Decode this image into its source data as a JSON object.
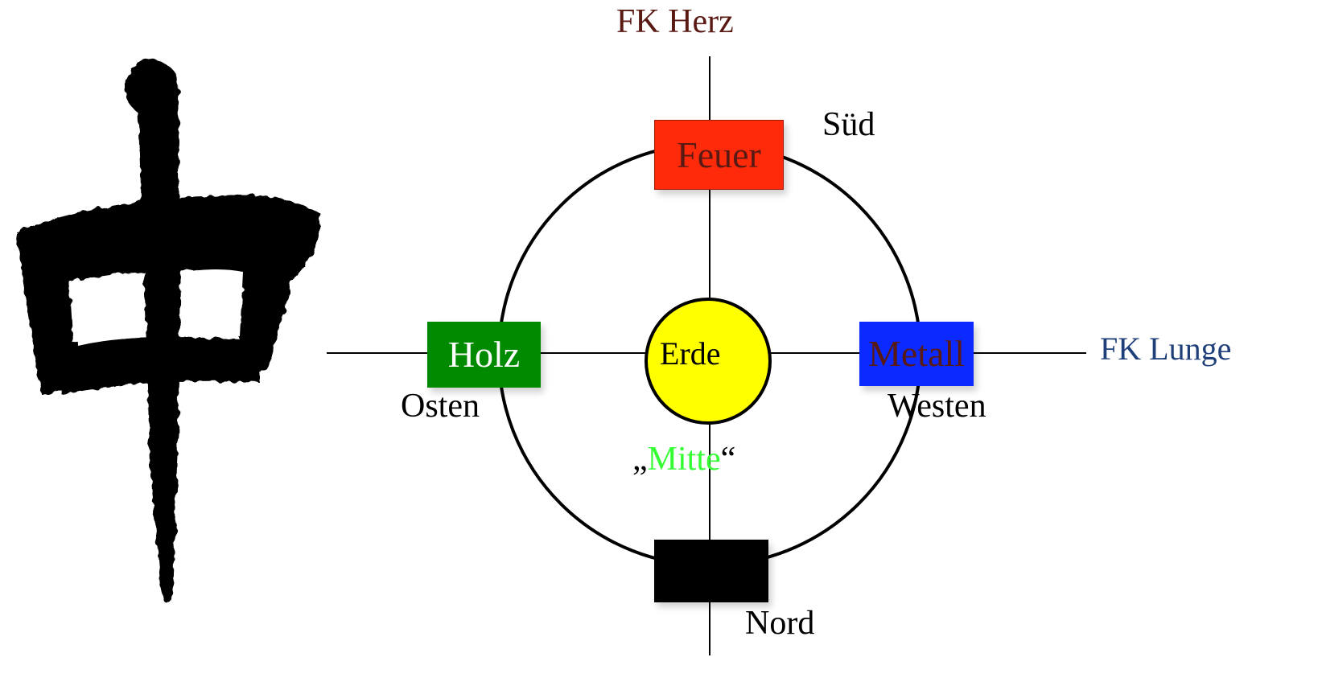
{
  "character": {
    "glyph": "中",
    "name": "zhong-calligraphy"
  },
  "axis_labels": {
    "top": "FK Herz",
    "right": "FK Lunge"
  },
  "directions": {
    "south": "Süd",
    "east": "Osten",
    "west": "Westen",
    "north": "Nord"
  },
  "elements": {
    "fire": {
      "label": "Feuer",
      "fill": "#ff2a0a",
      "text_color": "#5a1a14"
    },
    "wood": {
      "label": "Holz",
      "fill": "#008a00",
      "text_color": "#ffffff"
    },
    "metal": {
      "label": "Metall",
      "fill": "#0a2aff",
      "text_color": "#5a1a14"
    },
    "water": {
      "label": "",
      "fill": "#000000",
      "text_color": "#ffffff"
    },
    "earth": {
      "label": "Erde",
      "fill": "#ffff00",
      "text_color": "#000000"
    }
  },
  "center_caption": {
    "open_quote": "„",
    "word": "Mitte",
    "close_quote": "“",
    "word_color": "#33ff33"
  },
  "colors": {
    "axis_top_label": "#5a1a14",
    "axis_right_label": "#1f3f7a"
  }
}
